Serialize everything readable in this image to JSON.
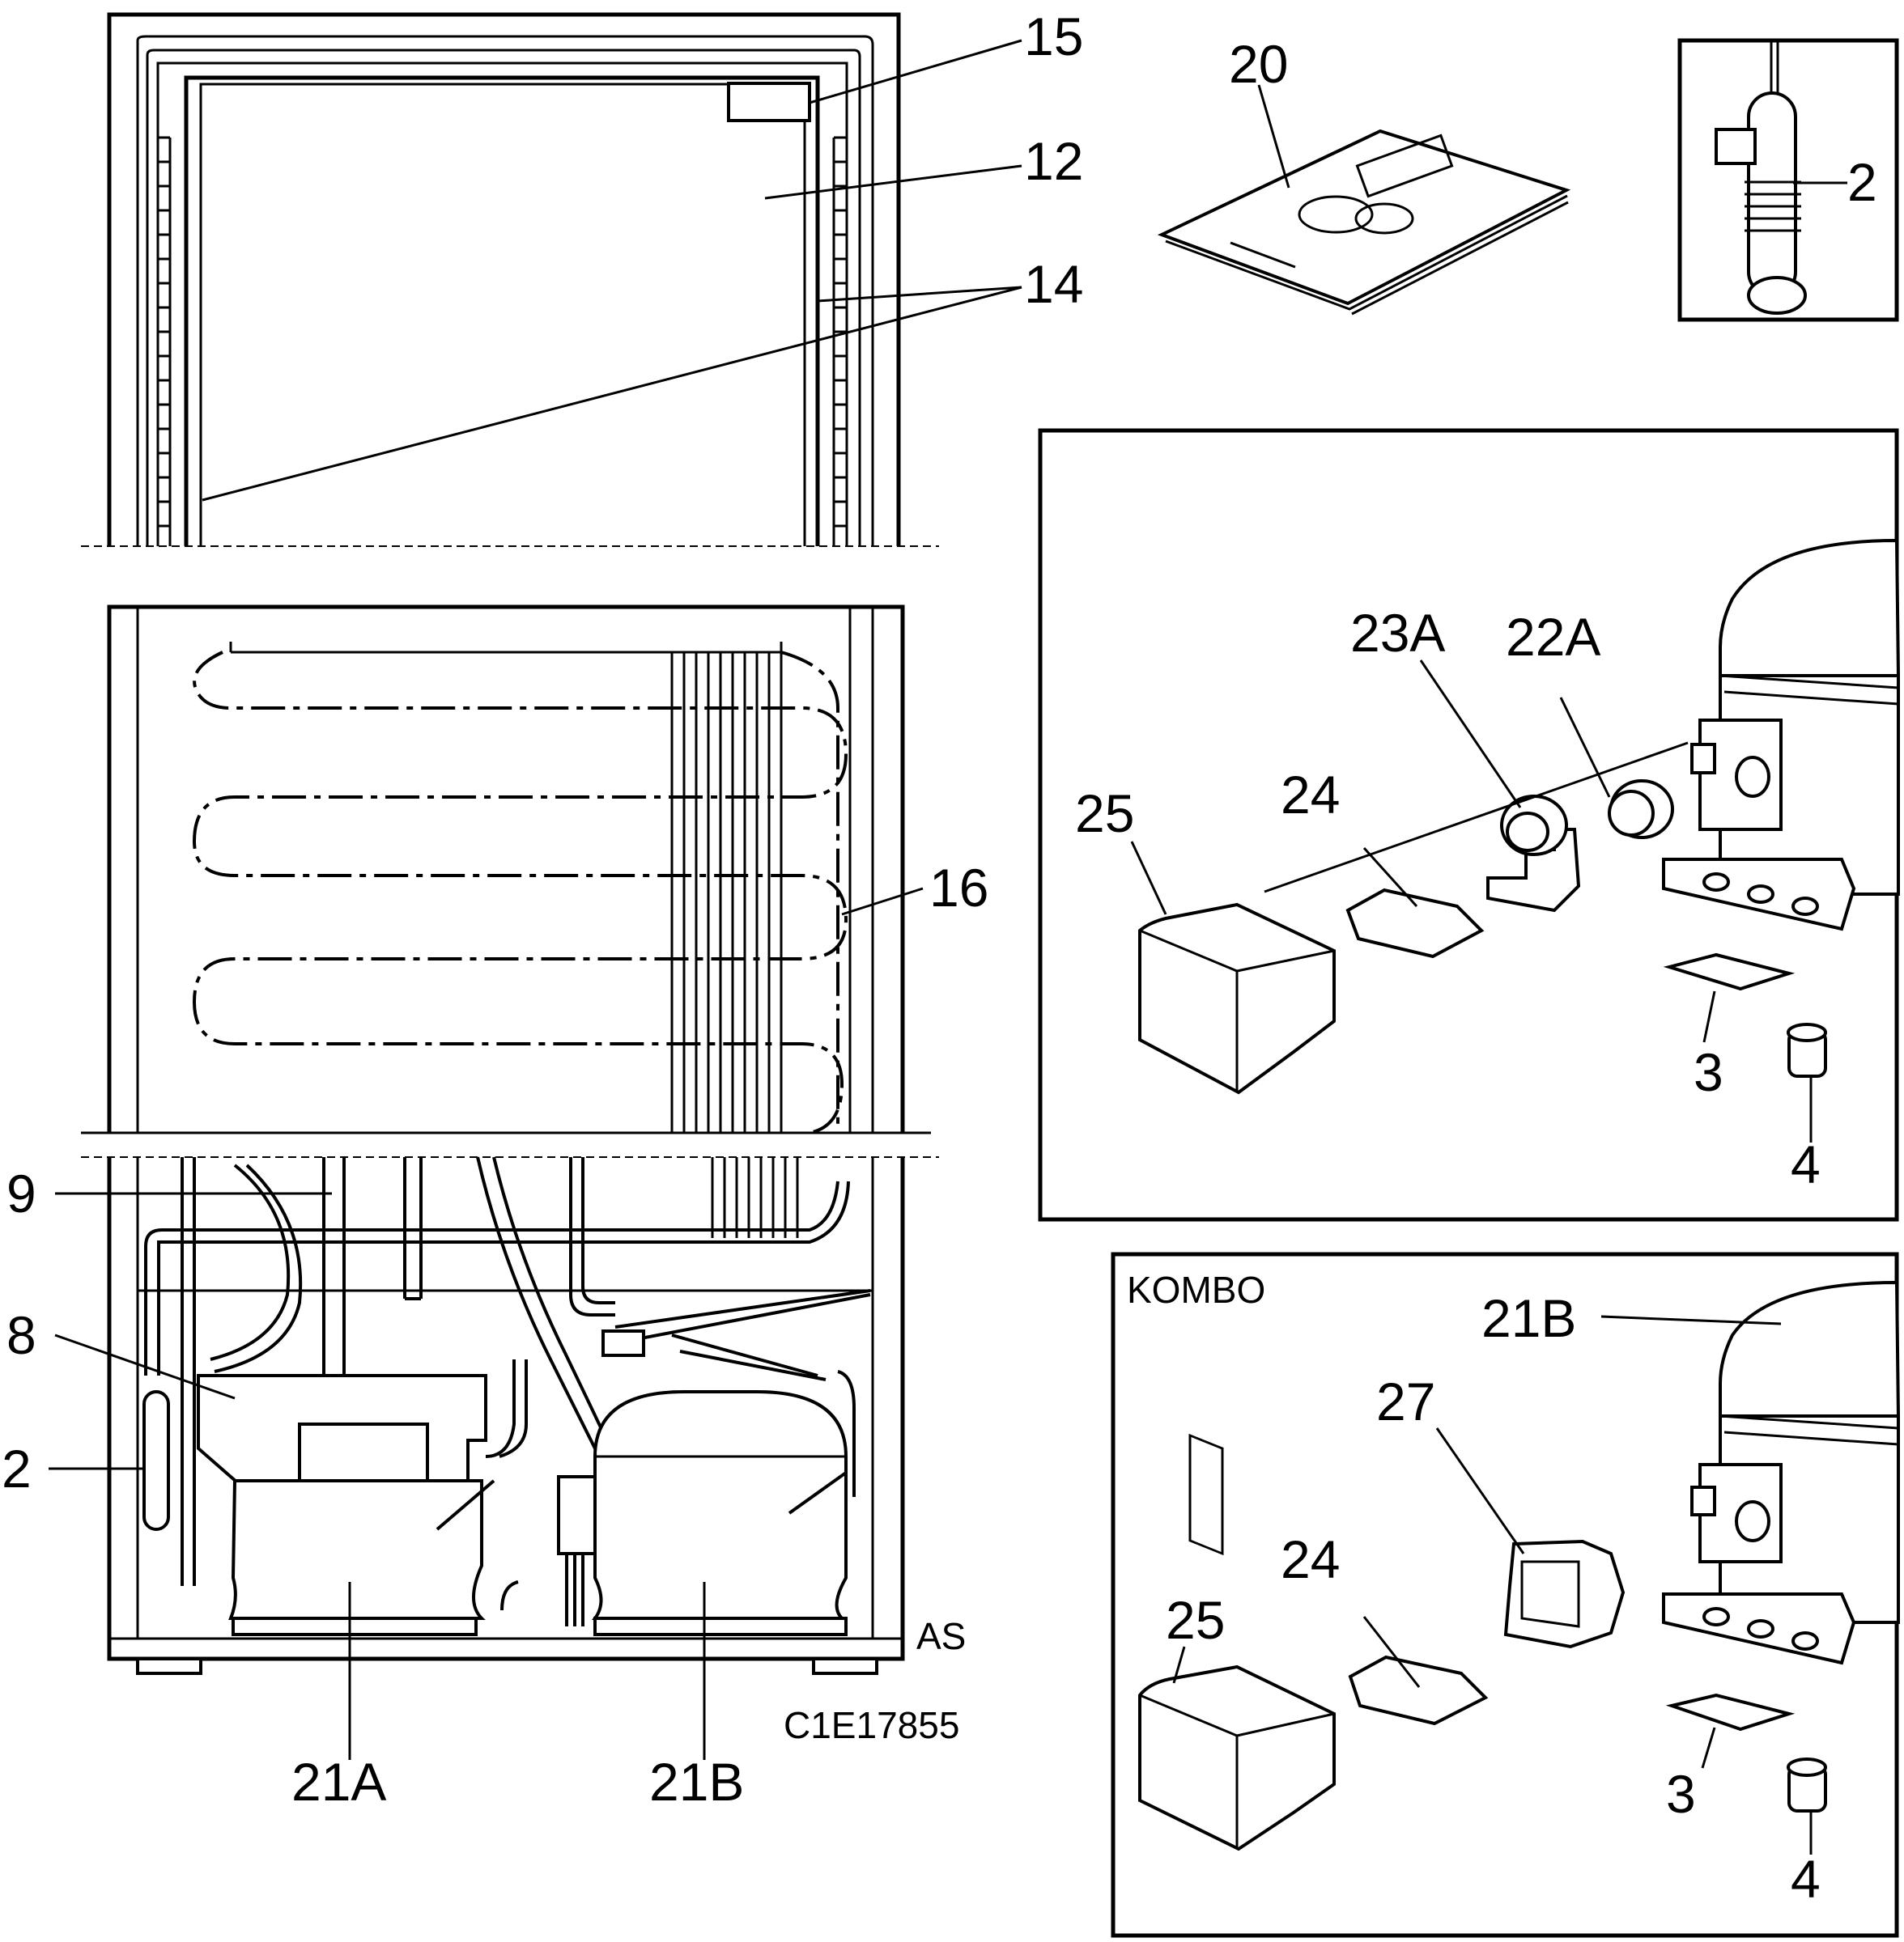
{
  "drawing_id": "C1E17855",
  "labels": {
    "l15": "15",
    "l12": "12",
    "l14": "14",
    "l20": "20",
    "l2_inset": "2",
    "l16": "16",
    "l9": "9",
    "l8": "8",
    "l2_main": "2",
    "lAS": "AS",
    "l21A": "21A",
    "l21B_main": "21B",
    "l23A": "23A",
    "l22A": "22A",
    "l25_top": "25",
    "l24_top": "24",
    "l3_top": "3",
    "l4_top": "4",
    "kombo": "KOMBO",
    "l21B_kombo": "21B",
    "l27": "27",
    "l24_bot": "24",
    "l25_bot": "25",
    "l3_bot": "3",
    "l4_bot": "4"
  }
}
